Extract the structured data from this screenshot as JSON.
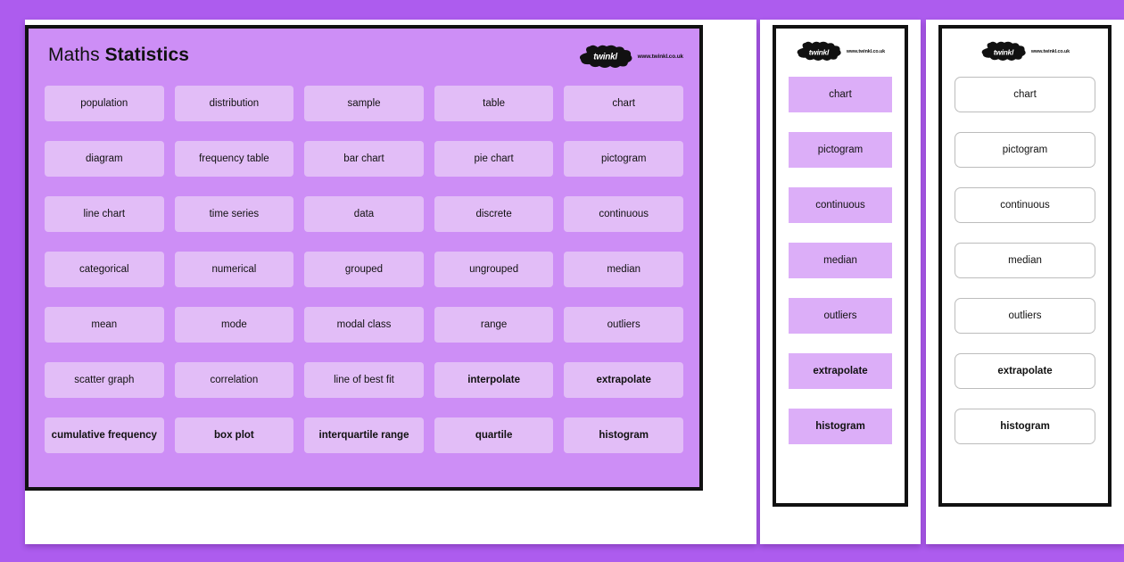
{
  "page": {
    "background_color": "#ad5cee",
    "sheet_color": "#ffffff"
  },
  "brand": {
    "name": "twinkl",
    "url": "www.twinkl.co.uk",
    "logo_color": "#111111"
  },
  "main_panel": {
    "title_regular": "Maths ",
    "title_bold": "Statistics",
    "panel_color": "#cd8ef6",
    "card_color": "#e2bdf7",
    "columns": 5,
    "cards": [
      {
        "label": "population",
        "bold": false
      },
      {
        "label": "distribution",
        "bold": false
      },
      {
        "label": "sample",
        "bold": false
      },
      {
        "label": "table",
        "bold": false
      },
      {
        "label": "chart",
        "bold": false
      },
      {
        "label": "diagram",
        "bold": false
      },
      {
        "label": "frequency table",
        "bold": false
      },
      {
        "label": "bar chart",
        "bold": false
      },
      {
        "label": "pie chart",
        "bold": false
      },
      {
        "label": "pictogram",
        "bold": false
      },
      {
        "label": "line chart",
        "bold": false
      },
      {
        "label": "time series",
        "bold": false
      },
      {
        "label": "data",
        "bold": false
      },
      {
        "label": "discrete",
        "bold": false
      },
      {
        "label": "continuous",
        "bold": false
      },
      {
        "label": "categorical",
        "bold": false
      },
      {
        "label": "numerical",
        "bold": false
      },
      {
        "label": "grouped",
        "bold": false
      },
      {
        "label": "ungrouped",
        "bold": false
      },
      {
        "label": "median",
        "bold": false
      },
      {
        "label": "mean",
        "bold": false
      },
      {
        "label": "mode",
        "bold": false
      },
      {
        "label": "modal class",
        "bold": false
      },
      {
        "label": "range",
        "bold": false
      },
      {
        "label": "outliers",
        "bold": false
      },
      {
        "label": "scatter graph",
        "bold": false
      },
      {
        "label": "correlation",
        "bold": false
      },
      {
        "label": "line of best fit",
        "bold": false
      },
      {
        "label": "interpolate",
        "bold": true
      },
      {
        "label": "extrapolate",
        "bold": true
      },
      {
        "label": "cumulative frequency",
        "bold": true
      },
      {
        "label": "box plot",
        "bold": true
      },
      {
        "label": "interquartile range",
        "bold": true
      },
      {
        "label": "quartile",
        "bold": true
      },
      {
        "label": "histogram",
        "bold": true
      }
    ]
  },
  "middle_panel": {
    "card_color": "#dcaef8",
    "cards": [
      {
        "label": "chart",
        "bold": false
      },
      {
        "label": "pictogram",
        "bold": false
      },
      {
        "label": "continuous",
        "bold": false
      },
      {
        "label": "median",
        "bold": false
      },
      {
        "label": "outliers",
        "bold": false
      },
      {
        "label": "extrapolate",
        "bold": true
      },
      {
        "label": "histogram",
        "bold": true
      }
    ]
  },
  "right_panel": {
    "card_color": "#ffffff",
    "card_border_color": "#bcbcbc",
    "cards": [
      {
        "label": "chart",
        "bold": false
      },
      {
        "label": "pictogram",
        "bold": false
      },
      {
        "label": "continuous",
        "bold": false
      },
      {
        "label": "median",
        "bold": false
      },
      {
        "label": "outliers",
        "bold": false
      },
      {
        "label": "extrapolate",
        "bold": true
      },
      {
        "label": "histogram",
        "bold": true
      }
    ]
  }
}
